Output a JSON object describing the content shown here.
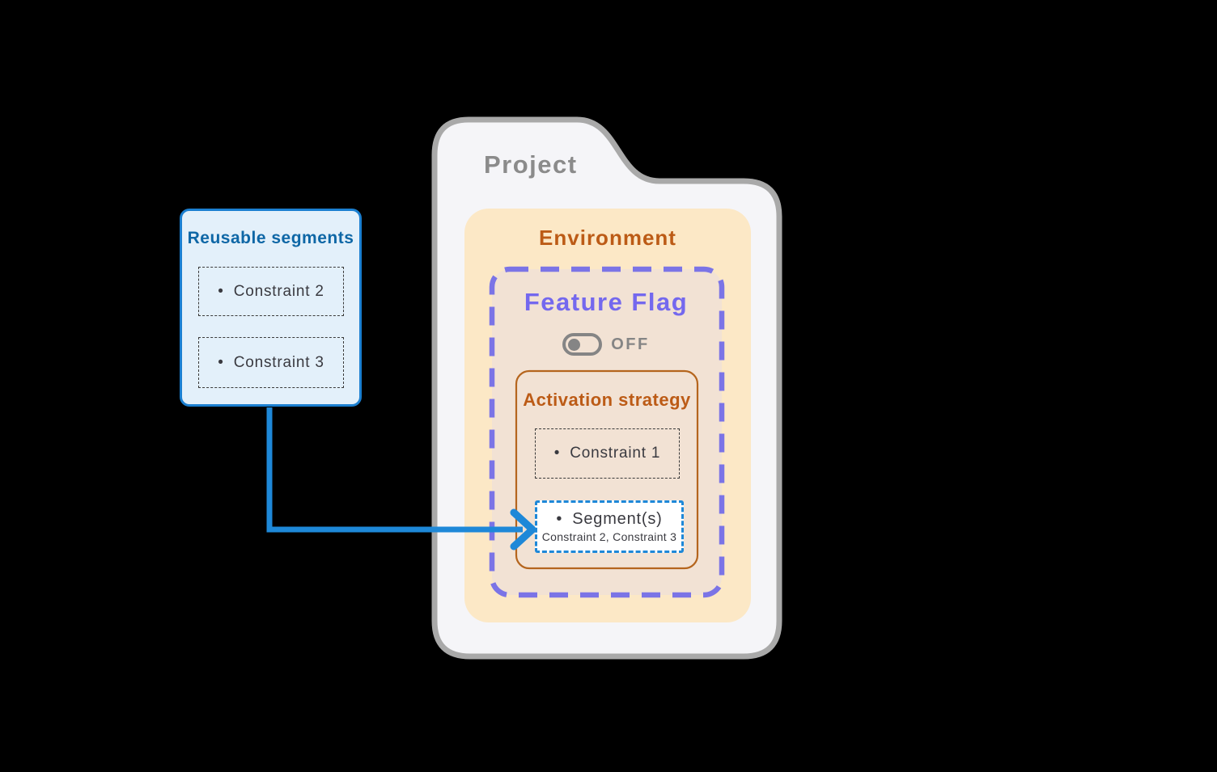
{
  "diagram": {
    "project": {
      "label": "Project"
    },
    "environment": {
      "label": "Environment"
    },
    "feature_flag": {
      "label": "Feature Flag",
      "toggle": {
        "state": "off",
        "state_label": "OFF"
      },
      "activation_strategy": {
        "label": "Activation strategy",
        "constraint": {
          "bullet": "•",
          "label": "Constraint 1"
        },
        "segments": {
          "bullet": "•",
          "label": "Segment(s)",
          "detail": "Constraint 2, Constraint 3"
        }
      }
    },
    "reusable_segments": {
      "label": "Reusable segments",
      "items": [
        {
          "bullet": "•",
          "label": "Constraint 2"
        },
        {
          "bullet": "•",
          "label": "Constraint 3"
        }
      ]
    },
    "colors": {
      "background": "#000000",
      "project_fill": "#f5f5f8",
      "project_border": "#a9a9a9",
      "project_text": "#8b8b8b",
      "environment_fill": "#fce8c6",
      "environment_text": "#bc5b16",
      "feature_flag_fill": "#f2e2d4",
      "feature_flag_border": "#7b74e6",
      "feature_flag_text": "#7468ee",
      "toggle_gray": "#858585",
      "activation_border": "#b5651d",
      "constraint_border": "#3a3a3a",
      "constraint_text": "#3a3a40",
      "segments_box_border": "#1e88d8",
      "segments_box_fill": "#ffffff",
      "reusable_fill": "#e3f0fa",
      "reusable_border": "#1b7fd0",
      "reusable_text": "#0e67a6",
      "arrow": "#1e88d8"
    }
  }
}
